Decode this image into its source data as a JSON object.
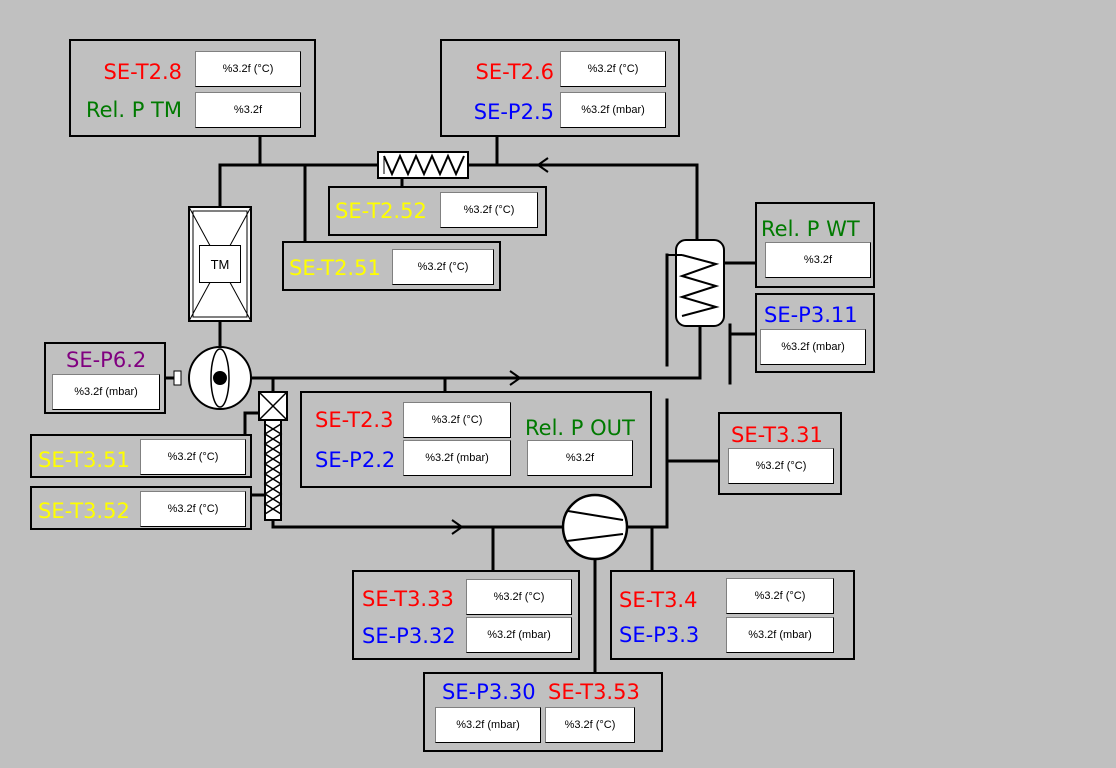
{
  "device_label": "TM",
  "placeholders": {
    "temp": "%3.2f (°C)",
    "temp_spaced": "%3.2f  (°C)",
    "pressure": "%3.2f (mbar)",
    "plain": "%3.2f"
  },
  "panels": {
    "top_left": {
      "row1_label": "SE-T2.8",
      "row1_value": "%3.2f (°C)",
      "row2_label": "Rel. P TM",
      "row2_value": "%3.2f"
    },
    "top_right": {
      "row1_label": "SE-T2.6",
      "row1_value": "%3.2f (°C)",
      "row2_label": "SE-P2.5",
      "row2_value": "%3.2f (mbar)"
    },
    "t252": {
      "label": "SE-T2.52",
      "value": "%3.2f  (°C)"
    },
    "t251": {
      "label": "SE-T2.51",
      "value": "%3.2f  (°C)"
    },
    "rel_p_wt": {
      "label": "Rel. P WT",
      "value": "%3.2f"
    },
    "p311": {
      "label": "SE-P3.11",
      "value": "%3.2f (mbar)"
    },
    "p62": {
      "label": "SE-P6.2",
      "value": "%3.2f (mbar)"
    },
    "middle": {
      "t23_label": "SE-T2.3",
      "t23_value": "%3.2f (°C)",
      "p22_label": "SE-P2.2",
      "p22_value": "%3.2f (mbar)",
      "out_label": "Rel. P OUT",
      "out_value": "%3.2f"
    },
    "t351": {
      "label": "SE-T3.51",
      "value": "%3.2f (°C)"
    },
    "t352": {
      "label": "SE-T3.52",
      "value": "%3.2f (°C)"
    },
    "t331": {
      "label": "SE-T3.31",
      "value": "%3.2f (°C)"
    },
    "bottom_left": {
      "row1_label": "SE-T3.33",
      "row1_value": "%3.2f (°C)",
      "row2_label": "SE-P3.32",
      "row2_value": "%3.2f (mbar)"
    },
    "bottom_right": {
      "row1_label": "SE-T3.4",
      "row1_value": "%3.2f (°C)",
      "row2_label": "SE-P3.3",
      "row2_value": "%3.2f (mbar)"
    },
    "bottom_center": {
      "p330_label": "SE-P3.30",
      "p330_value": "%3.2f (mbar)",
      "t353_label": "SE-T3.53",
      "t353_value": "%3.2f  (°C)"
    }
  },
  "colors": {
    "background": "#c0c0c0",
    "temperature": "#ff0000",
    "pressure": "#0000ff",
    "relative_pressure": "#007a00",
    "auxiliary_temperature": "#ffff00",
    "p62": "#800080"
  }
}
